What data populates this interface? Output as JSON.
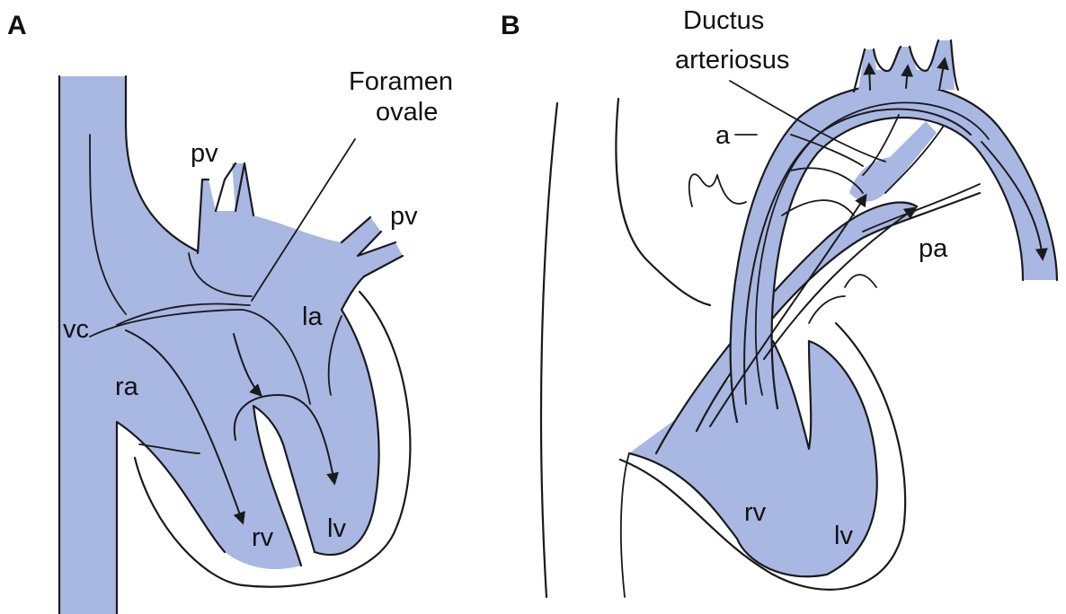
{
  "colors": {
    "blood": "#a9b7e3",
    "line": "#1a1a1a",
    "background": "#ffffff"
  },
  "panel_a": {
    "letter": "A",
    "labels": {
      "foramen_line1": "Foramen",
      "foramen_line2": "ovale",
      "pv_top": "pv",
      "pv_right": "pv",
      "vc": "vc",
      "la": "la",
      "ra": "ra",
      "rv": "rv",
      "lv": "lv"
    }
  },
  "panel_b": {
    "letter": "B",
    "labels": {
      "ductus_line1": "Ductus",
      "ductus_line2": "arteriosus",
      "a": "a",
      "pa": "pa",
      "rv": "rv",
      "lv": "lv"
    }
  }
}
